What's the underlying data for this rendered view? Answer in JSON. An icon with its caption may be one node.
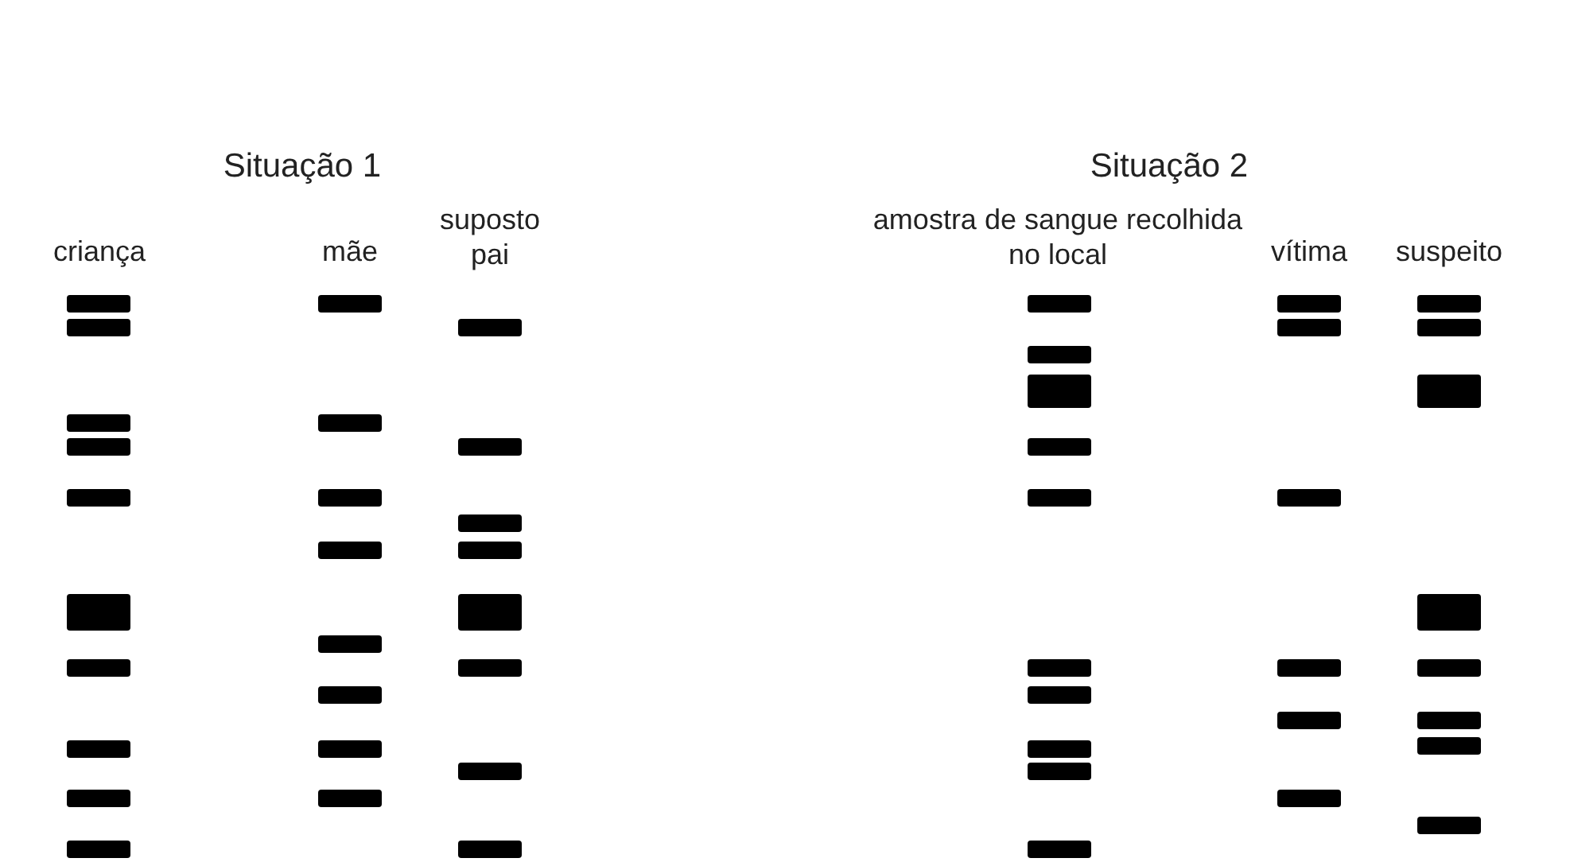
{
  "diagram": {
    "labels": [
      "Situação 1",
      "Situação 2",
      "criança",
      "mãe",
      "suposto pai",
      "amostra de sangue recolhida no local",
      "vítima",
      "suspeito"
    ]
  }
}
